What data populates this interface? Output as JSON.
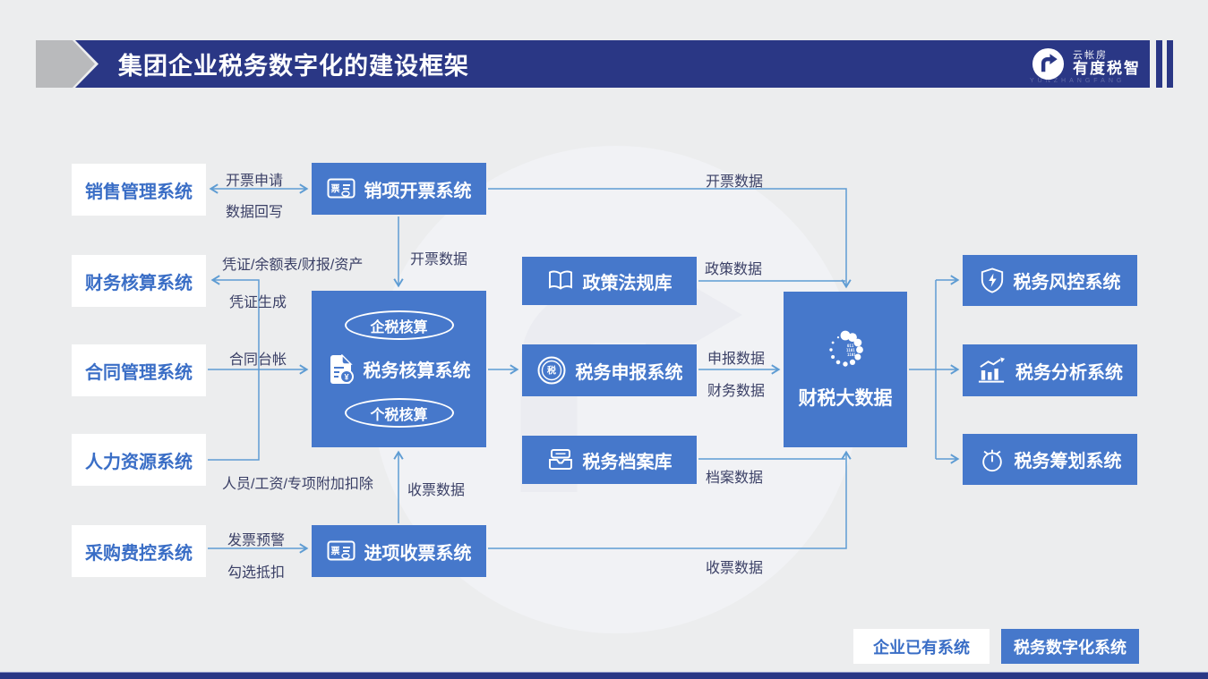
{
  "header": {
    "title": "集团企业税务数字化的建设框架",
    "brand_small": "云帐房",
    "brand_large": "有度税智",
    "brand_latin": "YUNZHANGFANG"
  },
  "nodes": {
    "sales": {
      "label": "销售管理系统"
    },
    "finance": {
      "label": "财务核算系统"
    },
    "contract": {
      "label": "合同管理系统"
    },
    "hr": {
      "label": "人力资源系统"
    },
    "procurement": {
      "label": "采购费控系统"
    },
    "output_invoicing": {
      "label": "销项开票系统"
    },
    "tax_accounting": {
      "label": "税务核算系统",
      "corp_tag": "企税核算",
      "personal_tag": "个税核算"
    },
    "input_receipt": {
      "label": "进项收票系统"
    },
    "policy_library": {
      "label": "政策法规库"
    },
    "tax_filing": {
      "label": "税务申报系统"
    },
    "tax_archive": {
      "label": "税务档案库"
    },
    "big_data": {
      "label": "财税大数据"
    },
    "risk_control": {
      "label": "税务风控系统"
    },
    "analysis": {
      "label": "税务分析系统"
    },
    "planning": {
      "label": "税务筹划系统"
    }
  },
  "edges": {
    "invoice_request": "开票申请",
    "data_writeback": "数据回写",
    "voucher_reports": "凭证/余额表/财报/资产",
    "voucher_generation": "凭证生成",
    "contract_ledger": "合同台帐",
    "hr_payroll": "人员/工资/专项附加扣除",
    "invoice_alert": "发票预警",
    "deduction_check": "勾选抵扣",
    "invoicing_data_mid": "开票数据",
    "invoicing_data_top": "开票数据",
    "receipt_data_mid": "收票数据",
    "receipt_data_bottom": "收票数据",
    "policy_data": "政策数据",
    "filing_data": "申报数据",
    "finance_data": "财务数据",
    "archive_data": "档案数据"
  },
  "legend": {
    "existing": "企业已有系统",
    "digital": "税务数字化系统"
  },
  "icons": [
    "brand-arrow-icon",
    "invoice-icon",
    "document-yuan-icon",
    "book-icon",
    "tax-seal-icon",
    "archive-icon",
    "dot-spinner-icon",
    "shield-icon",
    "bar-chart-icon",
    "stopwatch-icon"
  ],
  "colors": {
    "navy": "#2a3785",
    "box_blue": "#4678cb",
    "line_blue": "#5e9cd3",
    "label_text": "#3b4066",
    "white_box_text": "#3a6ec6",
    "background": "#ecedee"
  }
}
